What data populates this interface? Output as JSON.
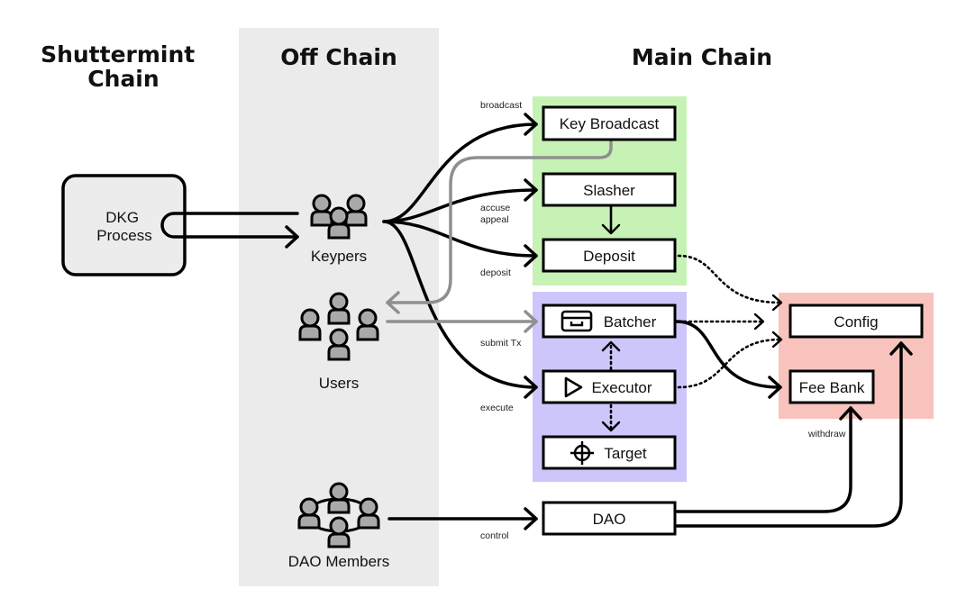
{
  "columns": {
    "shuttermint": [
      "Shuttermint",
      "Chain"
    ],
    "off_chain": "Off Chain",
    "main_chain": "Main Chain"
  },
  "process": [
    "DKG",
    "Process"
  ],
  "actors": {
    "keypers": "Keypers",
    "users": "Users",
    "dao_members": "DAO Members"
  },
  "contracts": {
    "key_broadcast": "Key Broadcast",
    "slasher": "Slasher",
    "deposit": "Deposit",
    "batcher": "Batcher",
    "executor": "Executor",
    "target": "Target",
    "dao": "DAO",
    "config": "Config",
    "fee_bank": "Fee Bank"
  },
  "edge_labels": {
    "broadcast": "broadcast",
    "accuse": "accuse",
    "appeal": "appeal",
    "deposit": "deposit",
    "submit_tx": "submit Tx",
    "execute": "execute",
    "control": "control",
    "withdraw": "withdraw"
  },
  "colors": {
    "off_chain_bg": "#ebebeb",
    "keyper_contracts_bg": "#c7f2b6",
    "user_contracts_bg": "#cdc6fb",
    "config_area_bg": "#f8c3bd",
    "process_box_bg": "#ececec",
    "person_fill": "#a9a9a9",
    "gray_arrow": "#8f8f8f"
  },
  "icons": {
    "batcher": "inbox-tray-icon",
    "executor": "play-triangle-icon",
    "target": "crosshair-icon"
  }
}
